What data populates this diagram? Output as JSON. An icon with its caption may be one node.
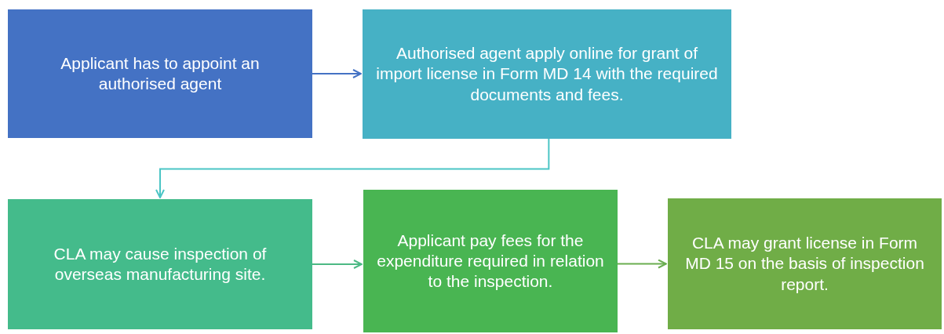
{
  "diagram": {
    "nodes": [
      {
        "text": [
          "Applicant has to appoint an authorised agent"
        ]
      },
      {
        "text": [
          "Authorised agent apply online for grant of import license in Form MD 14 with the required documents and fees."
        ]
      },
      {
        "text": [
          "CLA may cause inspection of overseas manufacturing site."
        ]
      },
      {
        "text": [
          "Applicant pay fees for the expenditure required in relation to the inspection."
        ]
      },
      {
        "text": [
          "CLA may grant license in Form MD 15 on the basis of inspection report."
        ]
      }
    ],
    "edges": [
      {
        "from": 0,
        "to": 1,
        "arrow": "to",
        "color": "#4472c4"
      },
      {
        "from": 1,
        "to": 2,
        "arrow": "to",
        "color": "#4bc5c5"
      },
      {
        "from": 2,
        "to": 3,
        "arrow": "to",
        "color": "#4cb984"
      },
      {
        "from": 3,
        "to": 4,
        "arrow": "to",
        "color": "#6aad50"
      }
    ]
  }
}
